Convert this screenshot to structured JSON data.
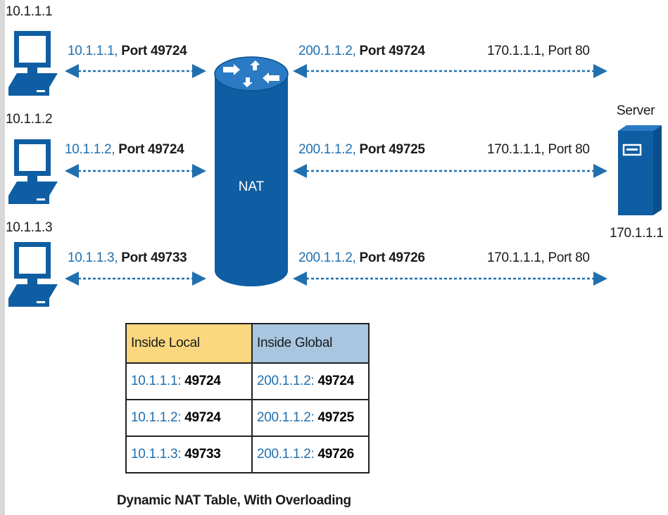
{
  "hosts": [
    {
      "label": "10.1.1.1",
      "left_addr": "10.1.1.1,",
      "left_port": "Port 49724",
      "global_addr": "200.1.1.2,",
      "global_port": "Port 49724",
      "server_side": "170.1.1.1, Port 80"
    },
    {
      "label": "10.1.1.2",
      "left_addr": "10.1.1.2,",
      "left_port": "Port 49724",
      "global_addr": "200.1.1.2,",
      "global_port": "Port 49725",
      "server_side": "170.1.1.1, Port 80"
    },
    {
      "label": "10.1.1.3",
      "left_addr": "10.1.1.3,",
      "left_port": "Port 49733",
      "global_addr": "200.1.1.2,",
      "global_port": "Port 49726",
      "server_side": "170.1.1.1, Port 80"
    }
  ],
  "router": {
    "label": "NAT"
  },
  "server": {
    "title": "Server",
    "address": "170.1.1.1"
  },
  "table": {
    "headers": {
      "local": "Inside Local",
      "global": "Inside Global"
    },
    "rows": [
      {
        "local_ip": "10.1.1.1: ",
        "local_port": "49724",
        "global_ip": "200.1.1.2: ",
        "global_port": "49724"
      },
      {
        "local_ip": "10.1.1.2: ",
        "local_port": "49724",
        "global_ip": "200.1.1.2: ",
        "global_port": "49725"
      },
      {
        "local_ip": "10.1.1.3: ",
        "local_port": "49733",
        "global_ip": "200.1.1.2: ",
        "global_port": "49726"
      }
    ]
  },
  "caption": "Dynamic NAT Table, With Overloading",
  "colors": {
    "accent_blue": "#2070b0",
    "device_blue": "#0f5ea3",
    "local_header": "#fbd77f",
    "global_header": "#a8c6e0"
  }
}
